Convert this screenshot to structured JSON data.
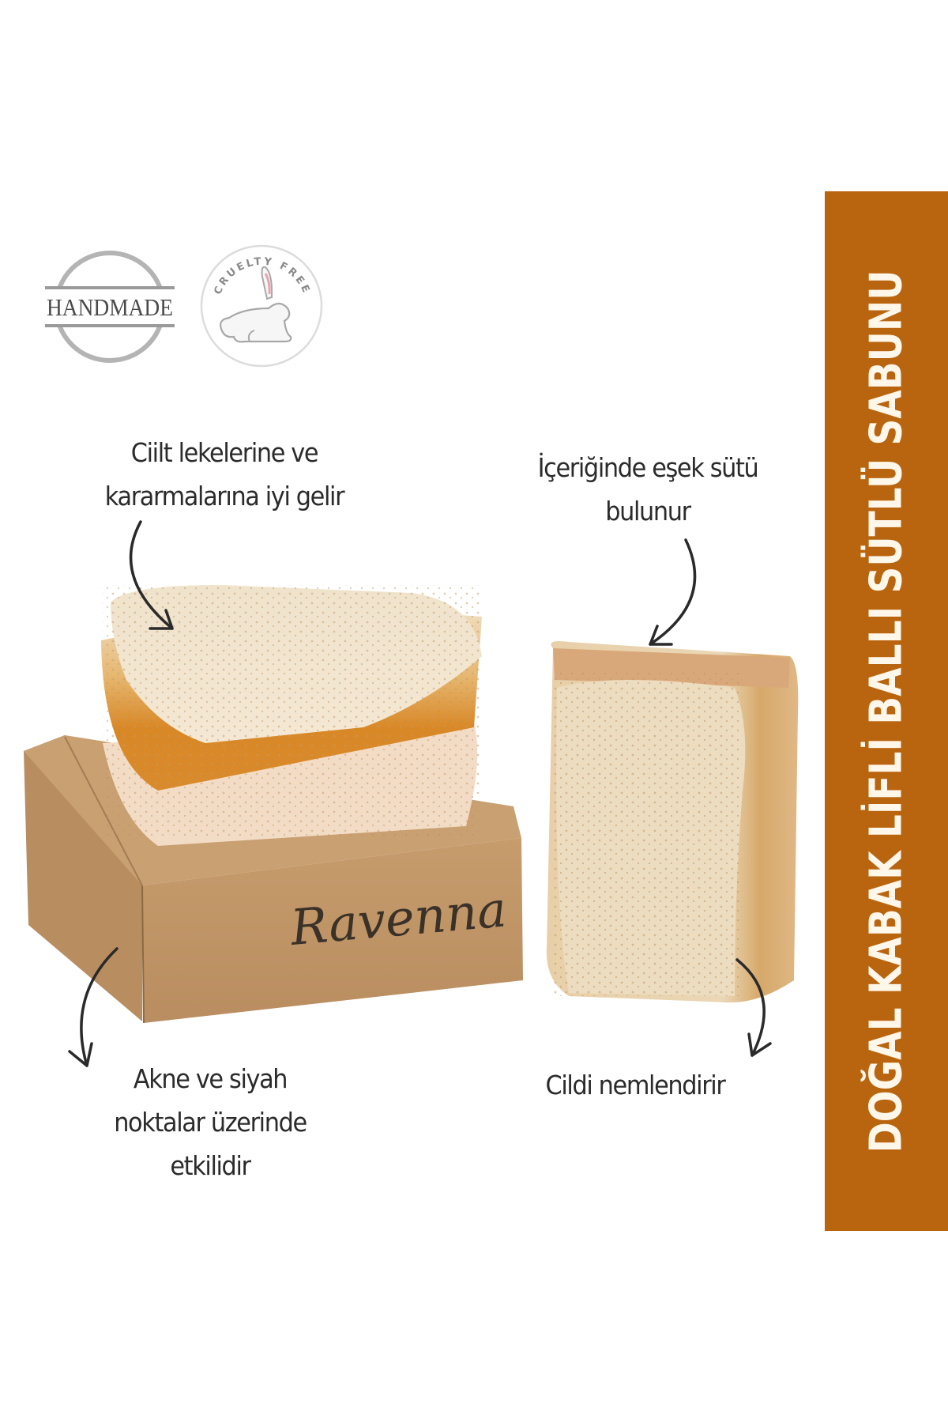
{
  "badges": {
    "handmade": {
      "icon": "handmade-stamp-icon",
      "label": "HANDMADE",
      "color": "#9a9a9a"
    },
    "cruelty_free": {
      "icon": "rabbit-icon",
      "label": "CRUELTY FREE",
      "ring_color": "#d8d8d8",
      "ear_color": "#e8a3ae"
    }
  },
  "labels": {
    "top_left": {
      "line1": "Ciilt lekelerine ve",
      "line2": "kararmalarına iyi gelir"
    },
    "top_right": {
      "line1": "İçeriğinde eşek sütü",
      "line2": "bulunur"
    },
    "bottom_left": {
      "line1": "Akne ve siyah",
      "line2": "noktalar üzerinde",
      "line3": "etkilidir"
    },
    "bottom_right": {
      "line1": "Cildi nemlendirir"
    }
  },
  "product": {
    "brand": "Ravenna",
    "box_color": "#c49a6c",
    "soap_honey_color": "#d88a2a",
    "soap_base_color": "#f3dcc6",
    "loofah_color": "#eedfc6"
  },
  "band": {
    "title": "DOĞAL KABAK LİFLİ BALLI SÜTLÜ SABUNU",
    "background": "#b9650f",
    "text_color": "#fff7ea"
  }
}
